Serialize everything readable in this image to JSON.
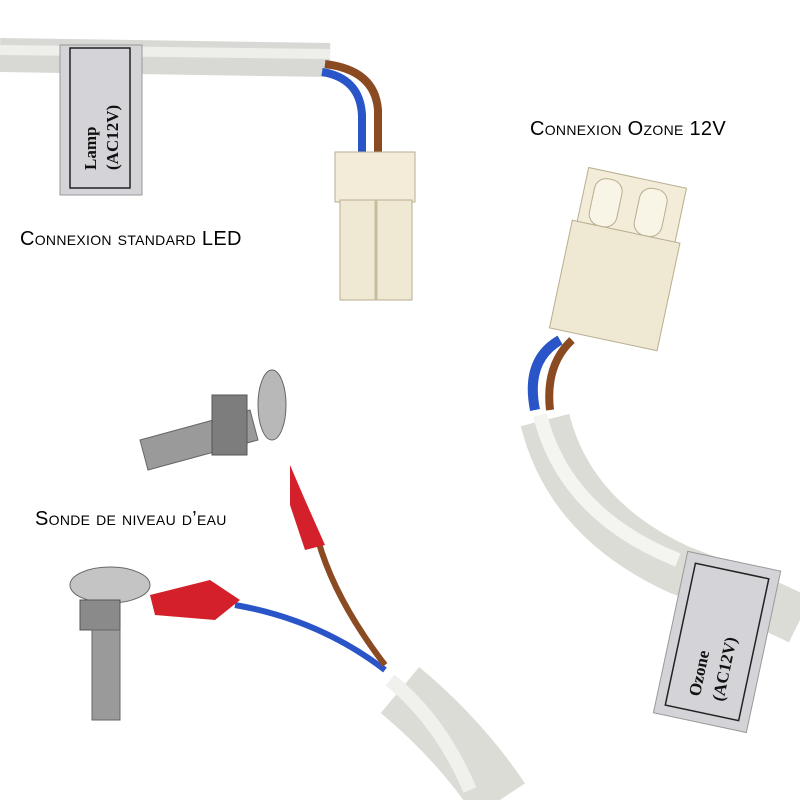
{
  "captions": {
    "led": "Connexion standard LED",
    "ozone": "Connexion Ozone 12V",
    "probe": "Sonde de niveau d’eau"
  },
  "tags": {
    "lamp": {
      "line1": "Lamp",
      "line2": "(AC12V)"
    },
    "ozone": {
      "line1": "Ozone",
      "line2": "(AC12V)"
    }
  },
  "colors": {
    "cable": "#e6e6e2",
    "wire_blue": "#2a55c8",
    "wire_brown": "#8a4a22",
    "connector": "#f2ecd8",
    "crimp_red": "#d4202a",
    "metal": "#9a9a9a"
  }
}
